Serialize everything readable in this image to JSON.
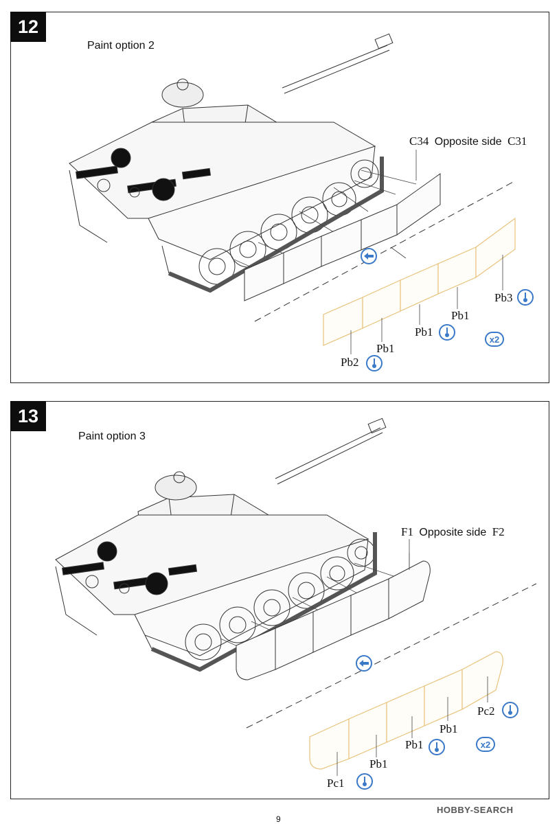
{
  "steps": [
    {
      "number": "12",
      "paint_option": "Paint option 2",
      "skirt_left_label": "C34",
      "opposite_side": "Opposite side",
      "skirt_right_label": "C31",
      "parts": [
        "Pb2",
        "Pb1",
        "Pb1",
        "Pb1",
        "Pb3"
      ],
      "multiplier": "x2"
    },
    {
      "number": "13",
      "paint_option": "Paint option 3",
      "skirt_left_label": "F1",
      "opposite_side": "Opposite side",
      "skirt_right_label": "F2",
      "parts": [
        "Pc1",
        "Pb1",
        "Pb1",
        "Pb1",
        "Pc2"
      ],
      "multiplier": "x2"
    }
  ],
  "page_number": "9",
  "watermark": "HOBBY-SEARCH",
  "colors": {
    "icon_blue": "#3a78c8",
    "part_outline": "#e8c27a",
    "line": "#222222"
  }
}
